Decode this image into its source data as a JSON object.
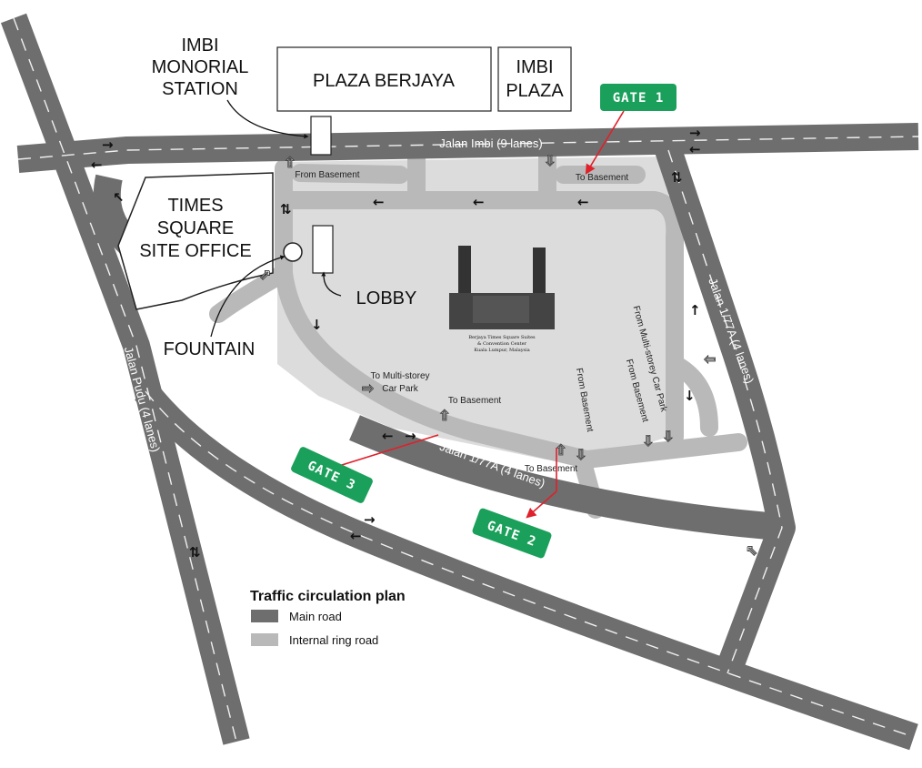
{
  "map": {
    "buildings": {
      "station": [
        "IMBI",
        "MONORIAL",
        "STATION"
      ],
      "plaza_berjaya": "PLAZA BERJAYA",
      "imbi_plaza": [
        "IMBI",
        "PLAZA"
      ],
      "site_office": [
        "TIMES",
        "SQUARE",
        "SITE OFFICE"
      ],
      "lobby": "LOBBY",
      "fountain": "FOUNTAIN",
      "center_name": [
        "Berjaya Times Square Suites",
        "& Convention Center",
        "Kuala Lumpur, Malaysia"
      ]
    },
    "roads": {
      "jalan_imbi": "Jalan Imbi (9 lanes)",
      "jalan_pudu": "Jalan Pudu (4 lanes)",
      "jalan_177a_east": "Jalan 1/77A (4 lanes)",
      "jalan_177a_south": "Jalan 1/77A (4 lanes)"
    },
    "internal_labels": {
      "from_basement_top": "From Basement",
      "to_basement_top": "To Basement",
      "to_multistorey": [
        "To Multi-storey",
        "Car Park"
      ],
      "to_basement_mid": "To Basement",
      "from_basement_vert": "From Basement",
      "from_multistorey_vert": [
        "From Multi-storey Car Park",
        "From Basement"
      ],
      "to_basement_bottom": "To Basement"
    },
    "gates": {
      "gate1": "GATE 1",
      "gate2": "GATE 2",
      "gate3": "GATE 3"
    },
    "legend": {
      "title": "Traffic circulation plan",
      "main_road": "Main road",
      "internal_ring_road": "Internal ring road"
    },
    "colors": {
      "main_road": "#6e6e6e",
      "internal_road": "#b9b9b9",
      "site_fill": "#dcdcdc",
      "gate_green": "#1aa05a",
      "pointer_red": "#e0202a"
    }
  }
}
